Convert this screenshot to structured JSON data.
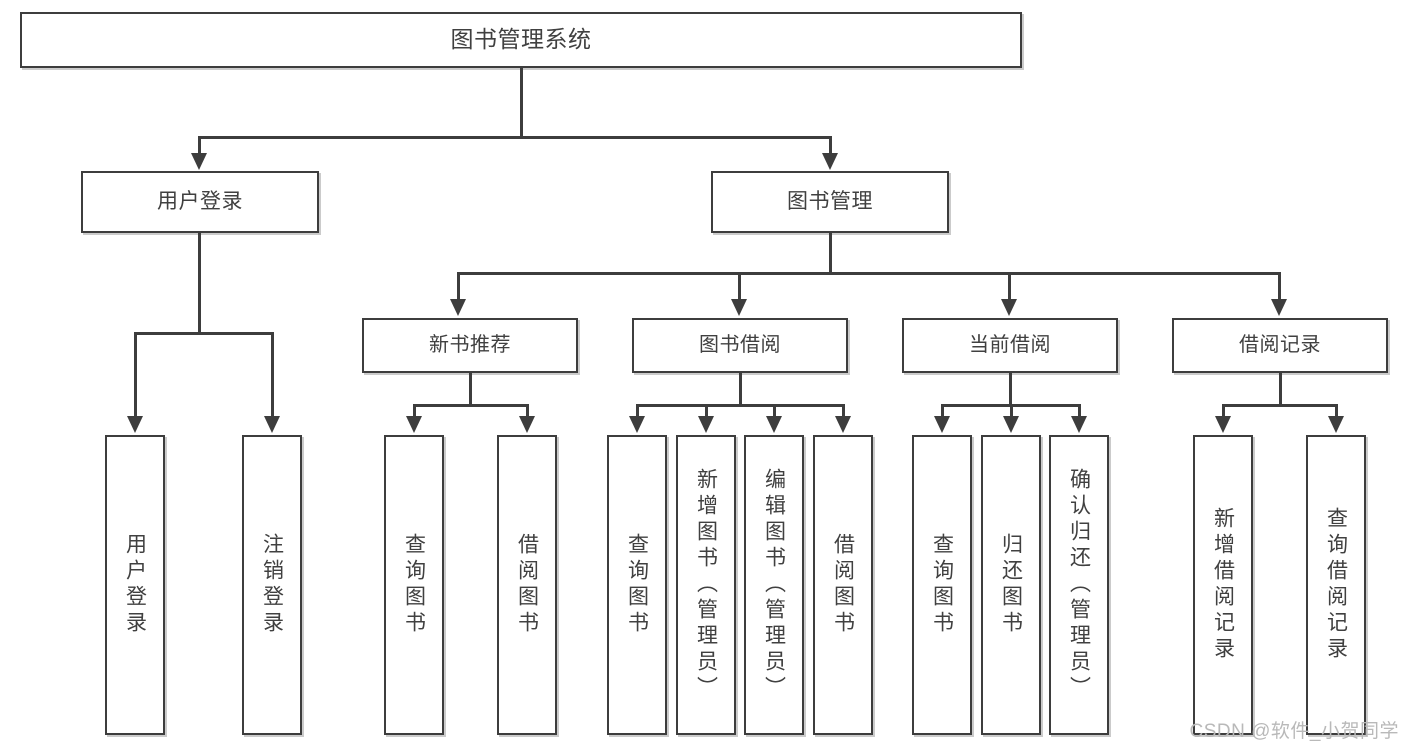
{
  "diagram": {
    "title": "图书管理系统",
    "type": "functional-structure-tree",
    "watermark": "CSDN @软件_小贺同学",
    "colors": {
      "box_border": "#3d3d3d",
      "box_fill": "#ffffff",
      "connector": "#3d3d3d",
      "text": "#404040",
      "watermark": "#b9b9b9",
      "background": "#ffffff"
    },
    "root": {
      "label": "图书管理系统"
    },
    "level2": [
      {
        "label": "用户登录"
      },
      {
        "label": "图书管理"
      }
    ],
    "level3": [
      {
        "label": "新书推荐"
      },
      {
        "label": "图书借阅"
      },
      {
        "label": "当前借阅"
      },
      {
        "label": "借阅记录"
      }
    ],
    "leaves": {
      "user_login": [
        {
          "label": "用户登录"
        },
        {
          "label": "注销登录"
        }
      ],
      "new_book": [
        {
          "label": "查询图书"
        },
        {
          "label": "借阅图书"
        }
      ],
      "book_borrow": [
        {
          "label": "查询图书"
        },
        {
          "label": "新增图书（管理员）"
        },
        {
          "label": "编辑图书（管理员）"
        },
        {
          "label": "借阅图书"
        }
      ],
      "current_borrow": [
        {
          "label": "查询图书"
        },
        {
          "label": "归还图书"
        },
        {
          "label": "确认归还（管理员）"
        }
      ],
      "borrow_record": [
        {
          "label": "新增借阅记录"
        },
        {
          "label": "查询借阅记录"
        }
      ]
    }
  }
}
